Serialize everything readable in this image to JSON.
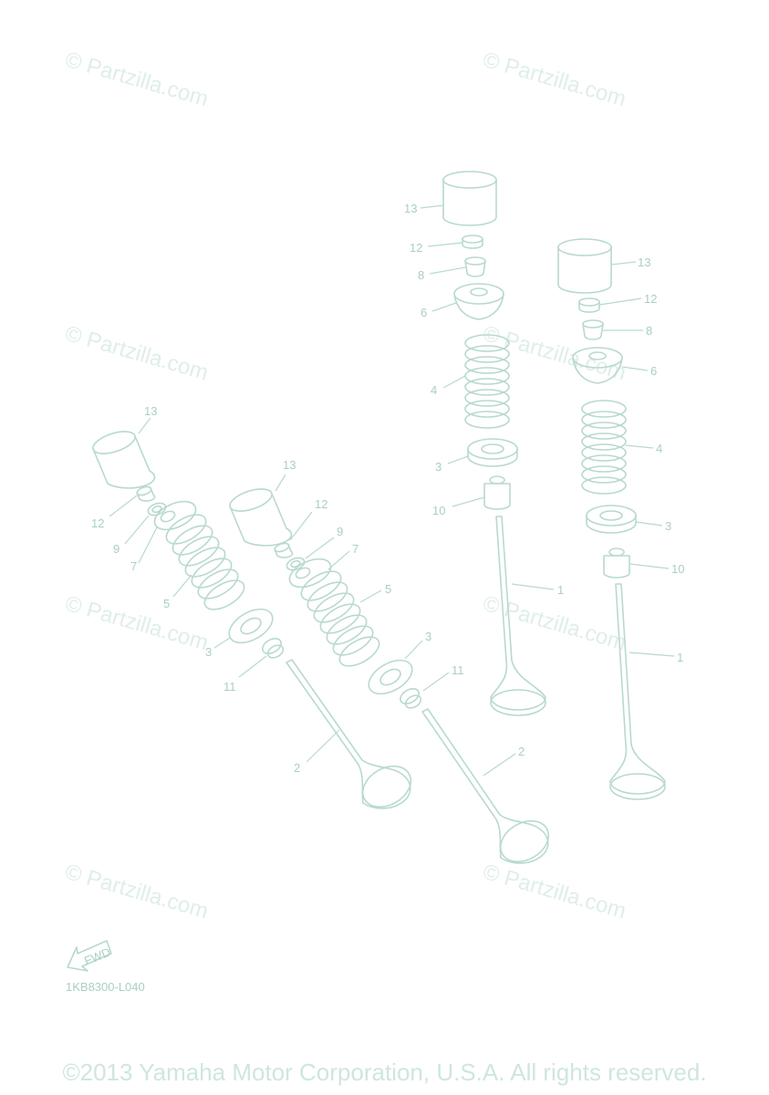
{
  "watermark": "© Partzilla.com",
  "diagram_code": "1KB8300-L040",
  "fwd_label": "FWD",
  "copyright": "©2013 Yamaha Motor Corporation, U.S.A. All rights reserved.",
  "callouts": {
    "r1": [
      "13",
      "12",
      "8",
      "6",
      "4",
      "3",
      "10",
      "1"
    ],
    "r2": [
      "13",
      "12",
      "8",
      "6",
      "4",
      "3",
      "10",
      "1"
    ],
    "l1": [
      "13",
      "12",
      "9",
      "7",
      "5",
      "3",
      "11",
      "2"
    ],
    "l2": [
      "13",
      "12",
      "9",
      "7",
      "5",
      "3",
      "11",
      "2"
    ]
  }
}
